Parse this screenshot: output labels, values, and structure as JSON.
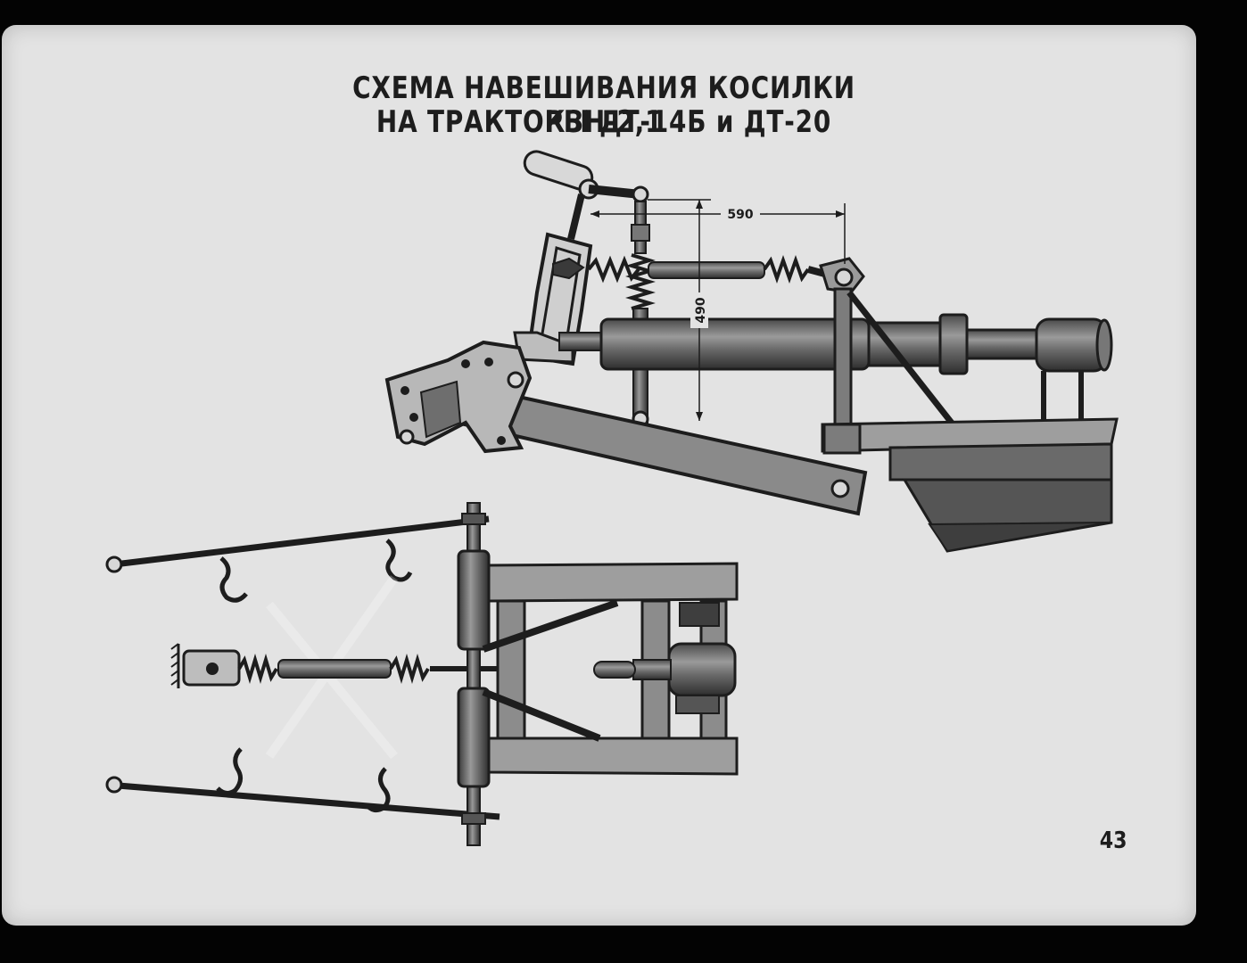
{
  "title": {
    "line1": "СХЕМА НАВЕШИВАНИЯ КОСИЛКИ КЗН-2,1",
    "line2": "НА ТРАКТОРЫ ДТ-14Б и ДТ-20"
  },
  "dimensions": {
    "horizontal": "590",
    "vertical": "490"
  },
  "page_number": "43"
}
